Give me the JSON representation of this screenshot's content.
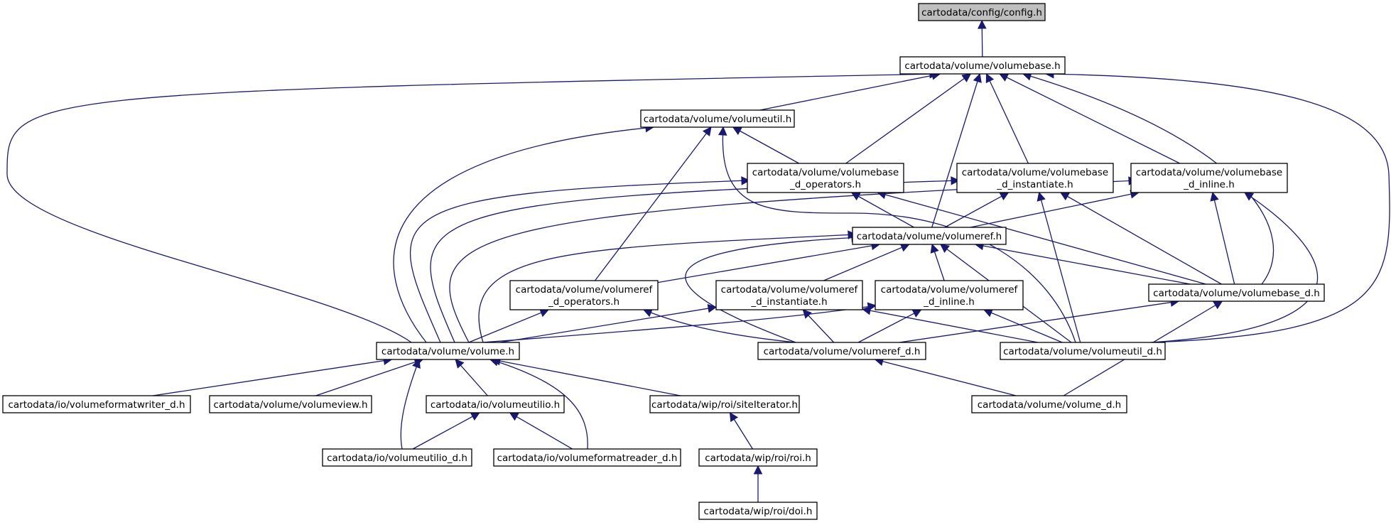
{
  "graph": {
    "type": "include-dependency-graph",
    "colors": {
      "edge": "#191970",
      "root_fill": "#bfbfbf",
      "node_fill": "#ffffff",
      "node_border": "#000000"
    },
    "nodes": [
      {
        "id": "config",
        "lines": [
          "cartodata/config/config.h"
        ],
        "root": true
      },
      {
        "id": "volumebase",
        "lines": [
          "cartodata/volume/volumebase.h"
        ]
      },
      {
        "id": "volumeutil",
        "lines": [
          "cartodata/volume/volumeutil.h"
        ]
      },
      {
        "id": "vb_operators",
        "lines": [
          "cartodata/volume/volumebase",
          "_d_operators.h"
        ]
      },
      {
        "id": "vb_instantiate",
        "lines": [
          "cartodata/volume/volumebase",
          "_d_instantiate.h"
        ]
      },
      {
        "id": "vb_inline",
        "lines": [
          "cartodata/volume/volumebase",
          "_d_inline.h"
        ]
      },
      {
        "id": "volumeref",
        "lines": [
          "cartodata/volume/volumeref.h"
        ]
      },
      {
        "id": "vr_operators",
        "lines": [
          "cartodata/volume/volumeref",
          "_d_operators.h"
        ]
      },
      {
        "id": "vr_instantiate",
        "lines": [
          "cartodata/volume/volumeref",
          "_d_instantiate.h"
        ]
      },
      {
        "id": "vr_inline",
        "lines": [
          "cartodata/volume/volumeref",
          "_d_inline.h"
        ]
      },
      {
        "id": "volumebase_d",
        "lines": [
          "cartodata/volume/volumebase_d.h"
        ]
      },
      {
        "id": "volume",
        "lines": [
          "cartodata/volume/volume.h"
        ]
      },
      {
        "id": "volumeref_d",
        "lines": [
          "cartodata/volume/volumeref_d.h"
        ]
      },
      {
        "id": "volumeutil_d",
        "lines": [
          "cartodata/volume/volumeutil_d.h"
        ]
      },
      {
        "id": "volumeformatwriter_d",
        "lines": [
          "cartodata/io/volumeformatwriter_d.h"
        ]
      },
      {
        "id": "volumeview",
        "lines": [
          "cartodata/volume/volumeview.h"
        ]
      },
      {
        "id": "volumeutilio",
        "lines": [
          "cartodata/io/volumeutilio.h"
        ]
      },
      {
        "id": "siteIterator",
        "lines": [
          "cartodata/wip/roi/siteIterator.h"
        ]
      },
      {
        "id": "volume_d",
        "lines": [
          "cartodata/volume/volume_d.h"
        ]
      },
      {
        "id": "volumeutilio_d",
        "lines": [
          "cartodata/io/volumeutilio_d.h"
        ]
      },
      {
        "id": "volumeformatreader_d",
        "lines": [
          "cartodata/io/volumeformatreader_d.h"
        ]
      },
      {
        "id": "roi",
        "lines": [
          "cartodata/wip/roi/roi.h"
        ]
      },
      {
        "id": "doi",
        "lines": [
          "cartodata/wip/roi/doi.h"
        ]
      }
    ],
    "edges": [
      {
        "from": "volumebase",
        "to": "config"
      },
      {
        "from": "volumeutil",
        "to": "volumebase"
      },
      {
        "from": "vb_operators",
        "to": "volumebase"
      },
      {
        "from": "vb_instantiate",
        "to": "volumebase"
      },
      {
        "from": "vb_inline",
        "to": "volumebase"
      },
      {
        "from": "volumeref",
        "to": "volumebase"
      },
      {
        "from": "volumebase_d",
        "to": "volumebase"
      },
      {
        "from": "volume",
        "to": "volumebase"
      },
      {
        "from": "volumeutil_d",
        "to": "volumebase"
      },
      {
        "from": "vb_operators",
        "to": "volumeutil"
      },
      {
        "from": "vr_operators",
        "to": "volumeutil"
      },
      {
        "from": "volume",
        "to": "volumeutil"
      },
      {
        "from": "volumeutil_d",
        "to": "volumeutil"
      },
      {
        "from": "volumeref",
        "to": "vb_operators"
      },
      {
        "from": "volumebase_d",
        "to": "vb_operators"
      },
      {
        "from": "volume",
        "to": "vb_operators"
      },
      {
        "from": "volumeref",
        "to": "vb_instantiate"
      },
      {
        "from": "volumebase_d",
        "to": "vb_instantiate"
      },
      {
        "from": "volume",
        "to": "vb_instantiate"
      },
      {
        "from": "volumeutil_d",
        "to": "vb_instantiate"
      },
      {
        "from": "volumeref",
        "to": "vb_inline"
      },
      {
        "from": "volumebase_d",
        "to": "vb_inline"
      },
      {
        "from": "volume",
        "to": "vb_inline"
      },
      {
        "from": "volumeutil_d",
        "to": "vb_inline"
      },
      {
        "from": "vr_operators",
        "to": "volumeref"
      },
      {
        "from": "vr_instantiate",
        "to": "volumeref"
      },
      {
        "from": "vr_inline",
        "to": "volumeref"
      },
      {
        "from": "volumebase_d",
        "to": "volumeref"
      },
      {
        "from": "volume",
        "to": "volumeref"
      },
      {
        "from": "volumeref_d",
        "to": "volumeref"
      },
      {
        "from": "volumeutil_d",
        "to": "volumeref"
      },
      {
        "from": "volume",
        "to": "vr_operators"
      },
      {
        "from": "volumeref_d",
        "to": "vr_operators"
      },
      {
        "from": "volume",
        "to": "vr_instantiate"
      },
      {
        "from": "volumeref_d",
        "to": "vr_instantiate"
      },
      {
        "from": "volumeutil_d",
        "to": "vr_instantiate"
      },
      {
        "from": "volume",
        "to": "vr_inline"
      },
      {
        "from": "volumeref_d",
        "to": "vr_inline"
      },
      {
        "from": "volumeutil_d",
        "to": "vr_inline"
      },
      {
        "from": "volumeref_d",
        "to": "volumebase_d"
      },
      {
        "from": "volume_d",
        "to": "volumebase_d"
      },
      {
        "from": "volume_d",
        "to": "volumeref_d"
      },
      {
        "from": "volumeformatwriter_d",
        "to": "volume"
      },
      {
        "from": "volumeview",
        "to": "volume"
      },
      {
        "from": "volumeutilio",
        "to": "volume"
      },
      {
        "from": "siteIterator",
        "to": "volume"
      },
      {
        "from": "volumeutilio_d",
        "to": "volume"
      },
      {
        "from": "volumeformatreader_d",
        "to": "volume"
      },
      {
        "from": "volumeutilio_d",
        "to": "volumeutilio"
      },
      {
        "from": "volumeformatreader_d",
        "to": "volumeutilio"
      },
      {
        "from": "roi",
        "to": "siteIterator"
      },
      {
        "from": "doi",
        "to": "roi"
      }
    ]
  }
}
